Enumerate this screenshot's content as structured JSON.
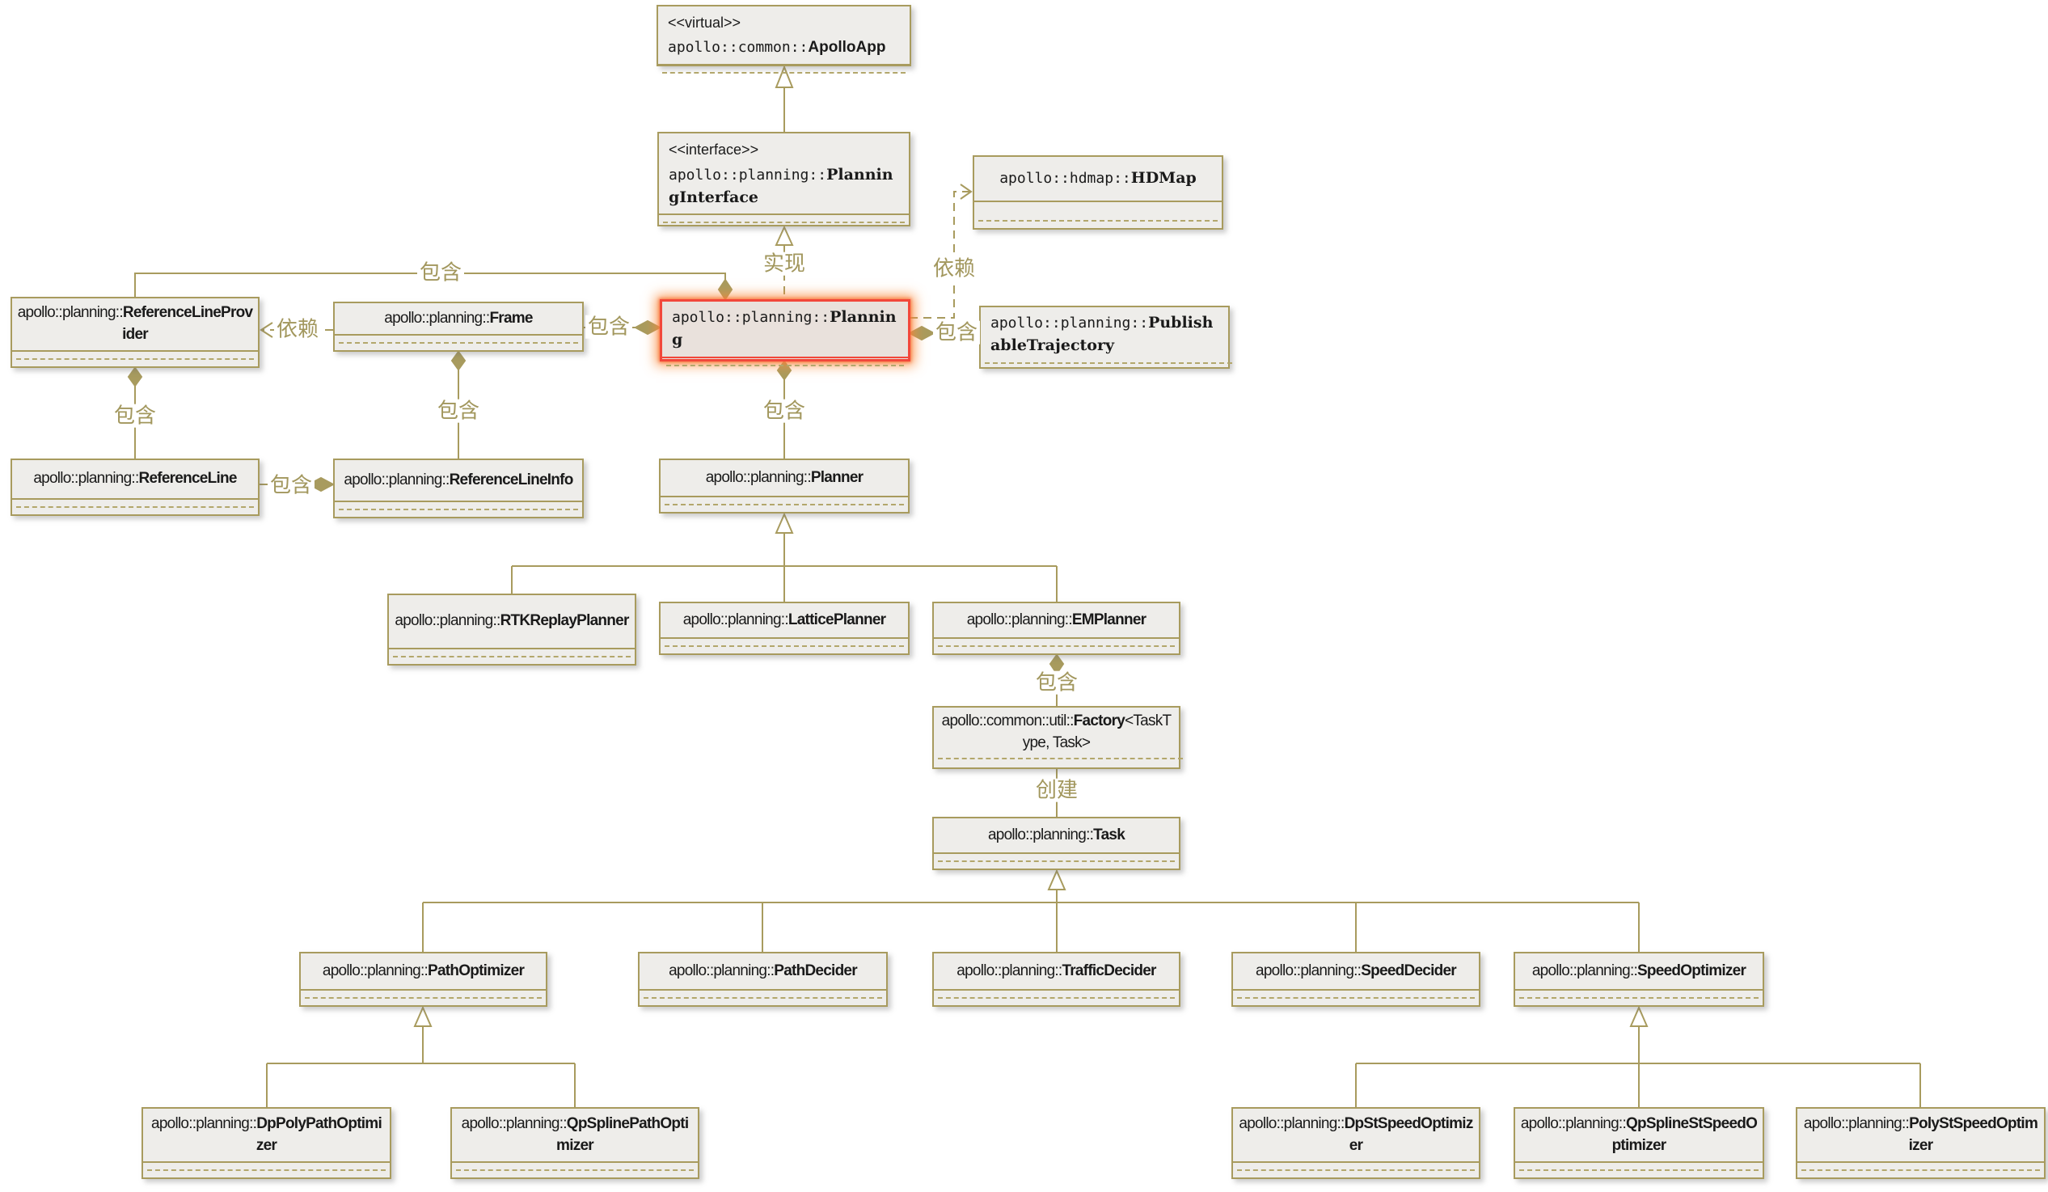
{
  "diagram": {
    "relation_labels": {
      "contains": "包含",
      "depends": "依赖",
      "realize": "实现",
      "create": "创建"
    },
    "colors": {
      "line": "#a89b5e",
      "box_fill": "#eeedea",
      "highlight_border": "#f2473a",
      "highlight_glow": "#ffa05a",
      "highlight_fill": "#e9e1dc"
    },
    "boxes": [
      {
        "id": "apollo-app",
        "stereotype": "<<virtual>>",
        "namespace": "apollo::common::",
        "name": "ApolloApp"
      },
      {
        "id": "planning-interface",
        "stereotype": "<<interface>>",
        "namespace": "apollo::planning::",
        "name": "PlanningInterface"
      },
      {
        "id": "hdmap",
        "namespace": "apollo::hdmap::",
        "name": "HDMap"
      },
      {
        "id": "planning",
        "namespace": "apollo::planning::",
        "name": "Planning",
        "highlighted": true
      },
      {
        "id": "publishable-trajectory",
        "namespace": "apollo::planning::",
        "name": "PublishableTrajectory"
      },
      {
        "id": "frame",
        "namespace": "apollo::planning::",
        "name": "Frame"
      },
      {
        "id": "reference-line-provider",
        "namespace": "apollo::planning::",
        "name": "ReferenceLineProvider"
      },
      {
        "id": "reference-line",
        "namespace": "apollo::planning::",
        "name": "ReferenceLine"
      },
      {
        "id": "reference-line-info",
        "namespace": "apollo::planning::",
        "name": "ReferenceLineInfo"
      },
      {
        "id": "planner",
        "namespace": "apollo::planning::",
        "name": "Planner"
      },
      {
        "id": "rtk-replay-planner",
        "namespace": "apollo::planning::",
        "name": "RTKReplayPlanner"
      },
      {
        "id": "lattice-planner",
        "namespace": "apollo::planning::",
        "name": "LatticePlanner"
      },
      {
        "id": "em-planner",
        "namespace": "apollo::planning::",
        "name": "EMPlanner"
      },
      {
        "id": "task-factory",
        "namespace": "apollo::common::util::",
        "name": "Factory",
        "template_args": "<TaskType, Task>"
      },
      {
        "id": "task",
        "namespace": "apollo::planning::",
        "name": "Task"
      },
      {
        "id": "path-optimizer",
        "namespace": "apollo::planning::",
        "name": "PathOptimizer"
      },
      {
        "id": "path-decider",
        "namespace": "apollo::planning::",
        "name": "PathDecider"
      },
      {
        "id": "traffic-decider",
        "namespace": "apollo::planning::",
        "name": "TrafficDecider"
      },
      {
        "id": "speed-decider",
        "namespace": "apollo::planning::",
        "name": "SpeedDecider"
      },
      {
        "id": "speed-optimizer",
        "namespace": "apollo::planning::",
        "name": "SpeedOptimizer"
      },
      {
        "id": "dp-poly-path-optimizer",
        "namespace": "apollo::planning::",
        "name": "DpPolyPathOptimizer"
      },
      {
        "id": "qp-spline-path-optimizer",
        "namespace": "apollo::planning::",
        "name": "QpSplinePathOptimizer"
      },
      {
        "id": "dp-st-speed-optimizer",
        "namespace": "apollo::planning::",
        "name": "DpStSpeedOptimizer"
      },
      {
        "id": "qp-spline-st-speed-optimizer",
        "namespace": "apollo::planning::",
        "name": "QpSplineStSpeedOptimizer"
      },
      {
        "id": "poly-st-speed-optimizer",
        "namespace": "apollo::planning::",
        "name": "PolyStSpeedOptimizer"
      }
    ]
  }
}
